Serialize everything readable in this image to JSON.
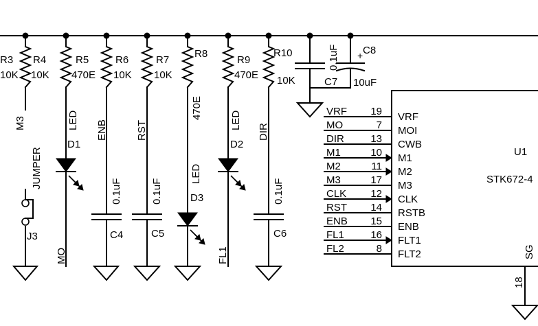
{
  "resistors": [
    {
      "ref": "R3",
      "value": "10K"
    },
    {
      "ref": "R4",
      "value": "10K"
    },
    {
      "ref": "R5",
      "value": "470E"
    },
    {
      "ref": "R6",
      "value": "10K"
    },
    {
      "ref": "R7",
      "value": "10K"
    },
    {
      "ref": "R8",
      "value": "470E"
    },
    {
      "ref": "R9",
      "value": "470E"
    },
    {
      "ref": "R10",
      "value": "10K"
    }
  ],
  "capacitors": [
    {
      "ref": "C7",
      "value": "0.1uF"
    },
    {
      "ref": "C8",
      "value": "10uF",
      "polarity": "+"
    },
    {
      "ref": "C4",
      "value": "0.1uF"
    },
    {
      "ref": "C5",
      "value": "0.1uF"
    },
    {
      "ref": "C6",
      "value": "0.1uF"
    }
  ],
  "leds": [
    {
      "ref": "D1",
      "type": "LED"
    },
    {
      "ref": "D3",
      "type": "LED"
    },
    {
      "ref": "D2",
      "type": "LED"
    }
  ],
  "jumper": {
    "ref": "J3",
    "type": "JUMPER"
  },
  "net_labels": {
    "m3": "M3",
    "enb": "ENB",
    "rst": "RST",
    "dir": "DIR",
    "mo": "MO",
    "fl1": "FL1"
  },
  "ic": {
    "ref": "U1",
    "part": "STK672-4",
    "sg_label": "SG",
    "sg_pin": "18",
    "pins": [
      {
        "net": "VRF",
        "num": "19",
        "name": "VRF",
        "arrow": false
      },
      {
        "net": "MO",
        "num": "7",
        "name": "MOI",
        "arrow": false
      },
      {
        "net": "DIR",
        "num": "13",
        "name": "CWB",
        "arrow": false
      },
      {
        "net": "M1",
        "num": "10",
        "name": "M1",
        "arrow": true
      },
      {
        "net": "M2",
        "num": "11",
        "name": "M2",
        "arrow": true
      },
      {
        "net": "M3",
        "num": "17",
        "name": "M3",
        "arrow": false
      },
      {
        "net": "CLK",
        "num": "12",
        "name": "CLK",
        "arrow": true
      },
      {
        "net": "RST",
        "num": "14",
        "name": "RSTB",
        "arrow": false
      },
      {
        "net": "ENB",
        "num": "15",
        "name": "ENB",
        "arrow": false
      },
      {
        "net": "FL1",
        "num": "16",
        "name": "FLT1",
        "arrow": true
      },
      {
        "net": "FL2",
        "num": "8",
        "name": "FLT2",
        "arrow": false
      }
    ]
  }
}
